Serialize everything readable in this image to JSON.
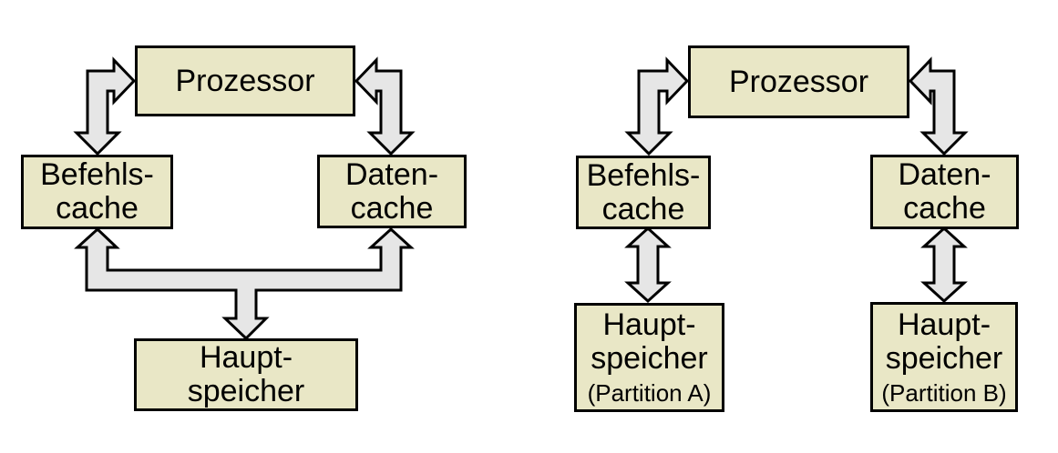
{
  "colors": {
    "background": "#ffffff",
    "box_fill": "#e9e7c6",
    "box_border": "#000000",
    "arrow_fill": "#e6e6e6",
    "arrow_outline": "#000000",
    "text": "#000000"
  },
  "diagrams": {
    "left": {
      "processor": {
        "label": "Prozessor"
      },
      "instruction_cache": {
        "line1": "Befehls-",
        "line2": "cache"
      },
      "data_cache": {
        "line1": "Daten-",
        "line2": "cache"
      },
      "main_memory": {
        "line1": "Haupt-",
        "line2": "speicher"
      }
    },
    "right": {
      "processor": {
        "label": "Prozessor"
      },
      "instruction_cache": {
        "line1": "Befehls-",
        "line2": "cache"
      },
      "data_cache": {
        "line1": "Daten-",
        "line2": "cache"
      },
      "main_memory_a": {
        "line1": "Haupt-",
        "line2": "speicher",
        "subtitle": "(Partition A)"
      },
      "main_memory_b": {
        "line1": "Haupt-",
        "line2": "speicher",
        "subtitle": "(Partition B)"
      }
    }
  }
}
